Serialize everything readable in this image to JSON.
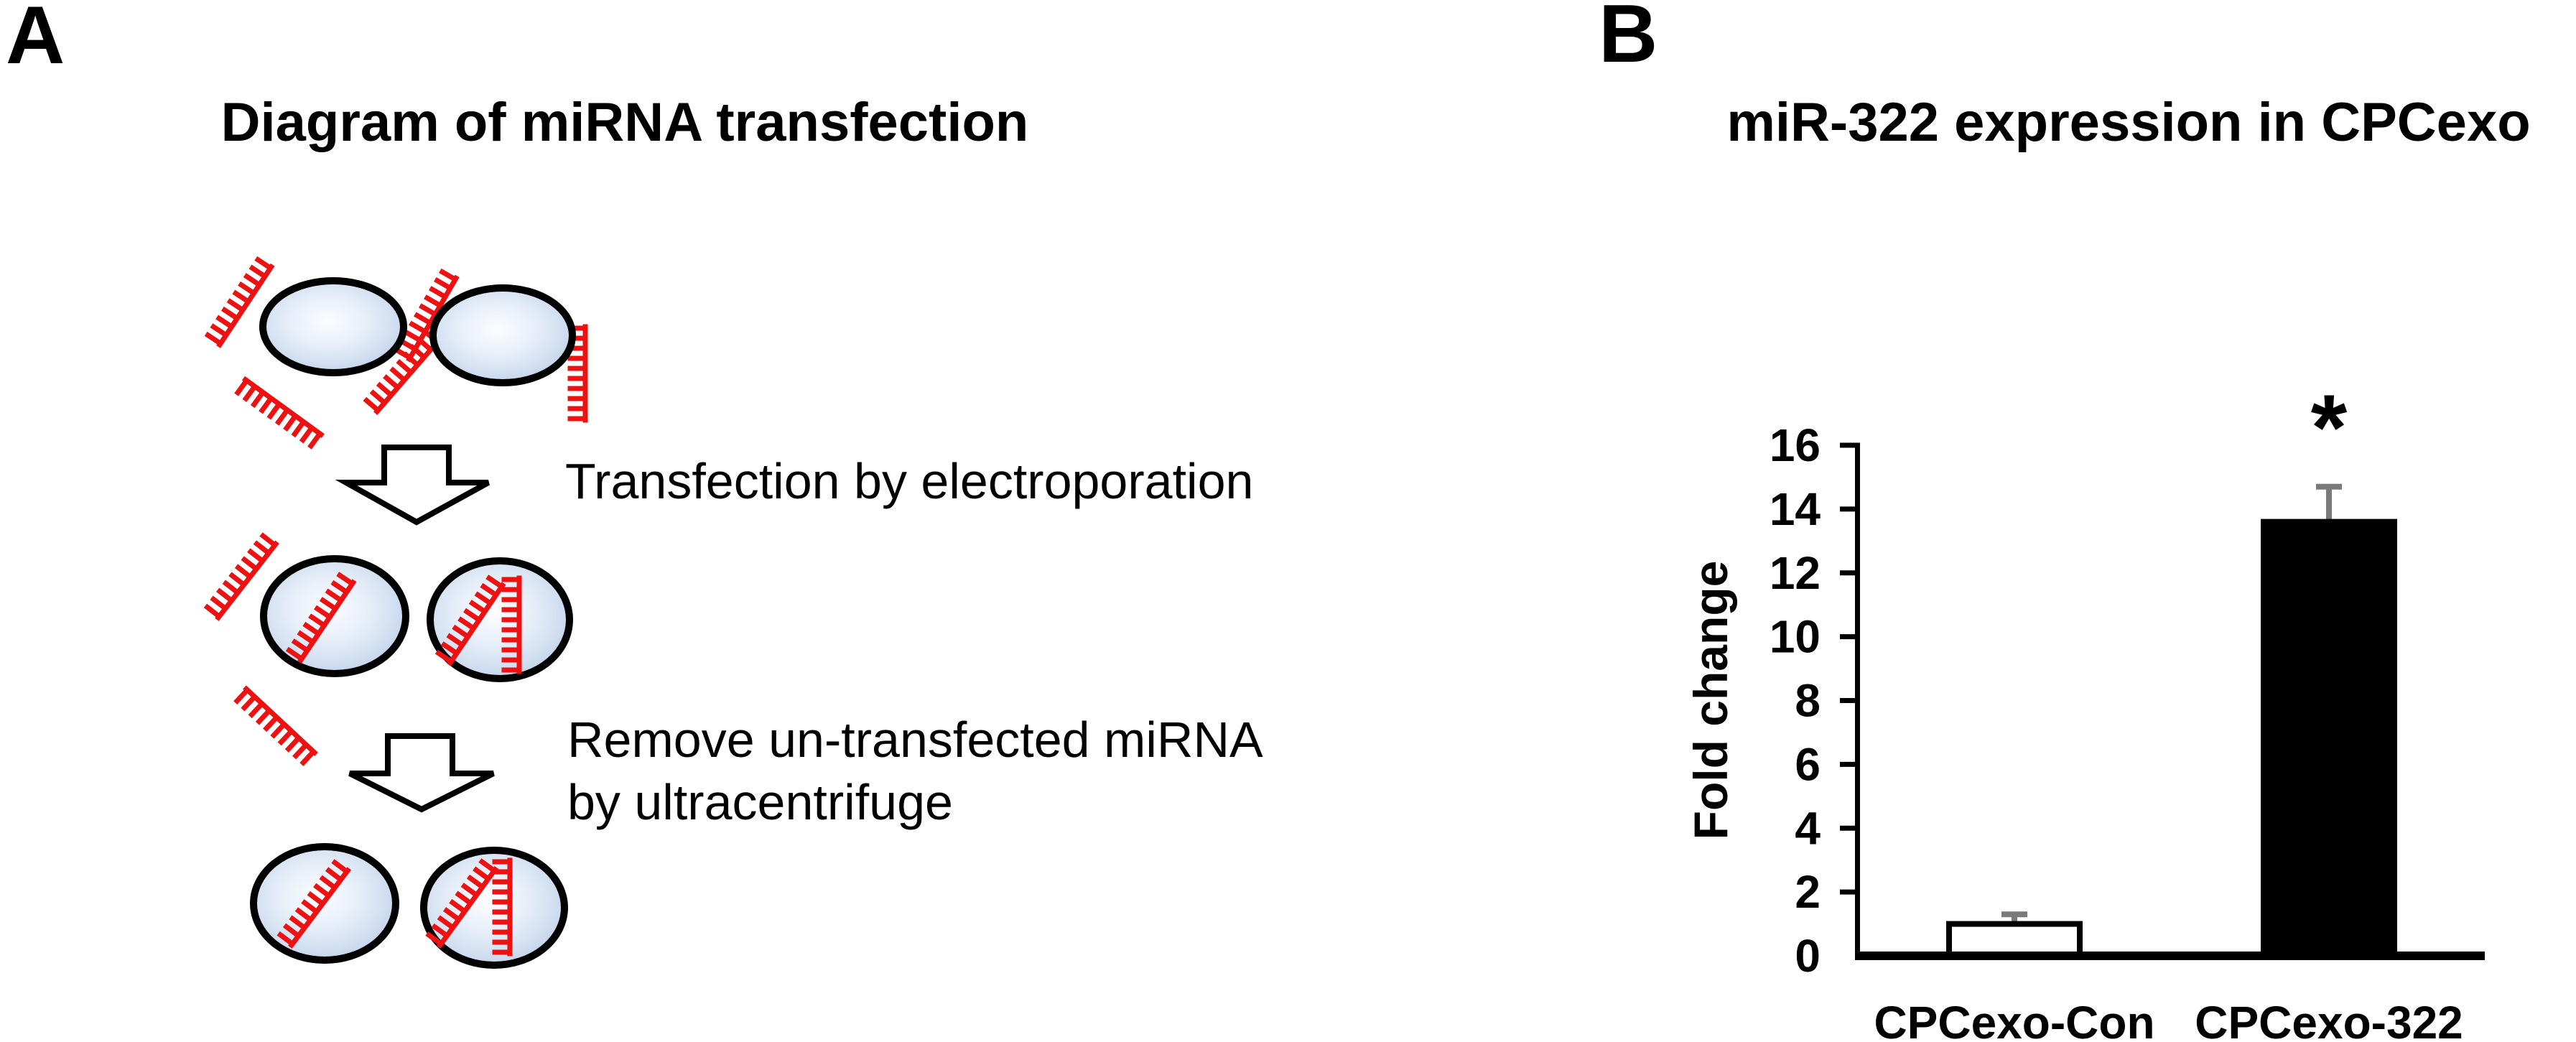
{
  "panel_a": {
    "label": "A",
    "title": "Diagram of miRNA transfection",
    "steps": {
      "step1": "Transfection by electroporation",
      "step2_line1": "Remove un-transfected miRNA",
      "step2_line2": "by ultracentrifuge"
    }
  },
  "panel_b": {
    "label": "B",
    "title": "miR-322 expression in CPCexo"
  },
  "chart_data": {
    "type": "bar",
    "title": "miR-322 expression in CPCexo",
    "categories": [
      "CPCexo-Con",
      "CPCexo-322"
    ],
    "values": [
      1.0,
      13.6
    ],
    "errors": [
      0.3,
      1.1
    ],
    "ylabel": "Fold change",
    "xlabel": "",
    "yticks": [
      0,
      2,
      4,
      6,
      8,
      10,
      12,
      14,
      16
    ],
    "ylim": [
      0,
      16
    ],
    "grid": false,
    "legend_position": "none",
    "bar_colors": [
      "#ffffff",
      "#000000"
    ],
    "bar_edge_color": "#000000",
    "error_color": "#7a7a7a",
    "significance": {
      "category": "CPCexo-322",
      "symbol": "*"
    }
  },
  "colors": {
    "mirna_red": "#ee1111",
    "cell_fill_center": "#fcfdff",
    "cell_fill_edge": "#bccee9",
    "cell_stroke": "#000000",
    "axis_color": "#000000"
  }
}
